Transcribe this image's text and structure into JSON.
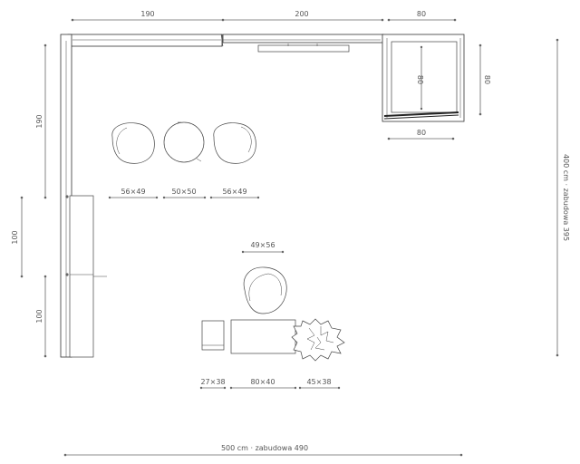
{
  "dimensions": {
    "top_left": "190",
    "top_middle": "200",
    "top_right": "80",
    "left_upper": "190",
    "left_mid": "100",
    "left_low": "100",
    "cabinet_inner": "80",
    "cabinet_right": "80",
    "cabinet_bottom": "80",
    "stool_a": "56×49",
    "stool_b": "50×50",
    "stool_c": "56×49",
    "chair": "49×56",
    "side_table": "27×38",
    "desk": "80×40",
    "plant": "45×38",
    "total_width": "500 cm · zabudowa 490",
    "total_height": "400 cm · zabudowa 395"
  },
  "colors": {
    "line": "#444444",
    "dimension": "#666666",
    "text": "#555555"
  }
}
